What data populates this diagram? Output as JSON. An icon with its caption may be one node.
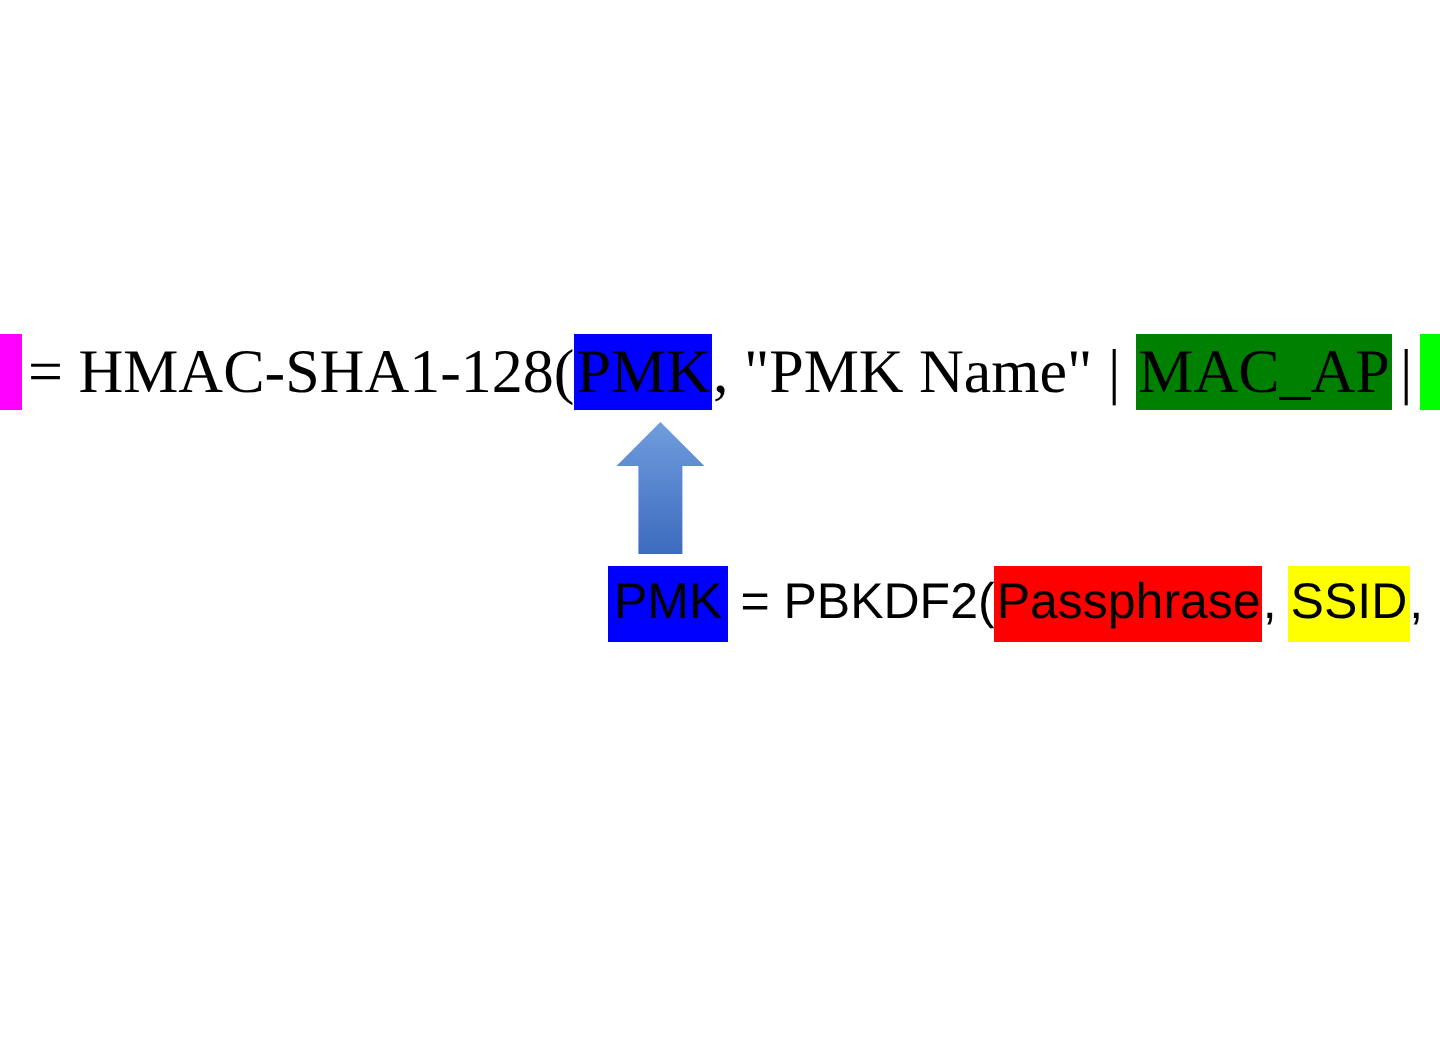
{
  "diagram": {
    "nodes": [
      {
        "text": [],
        "shape": "box"
      },
      {
        "text": [
          "PMK"
        ]
      },
      {
        "text": [
          "MAC_AP"
        ]
      },
      {
        "text": [],
        "shape": "box"
      },
      {
        "text": [
          "PMK"
        ]
      },
      {
        "text": [
          "Passphrase"
        ]
      },
      {
        "text": [
          "SSID"
        ]
      }
    ],
    "edges": [
      {
        "from": 4,
        "to": 1,
        "arrow": "to",
        "style": "thick"
      }
    ],
    "labels": [
      "= HMAC-SHA1-128(",
      ", \"PMK Name\" |",
      "|",
      "= PBKDF2(",
      ",",
      ","
    ]
  }
}
